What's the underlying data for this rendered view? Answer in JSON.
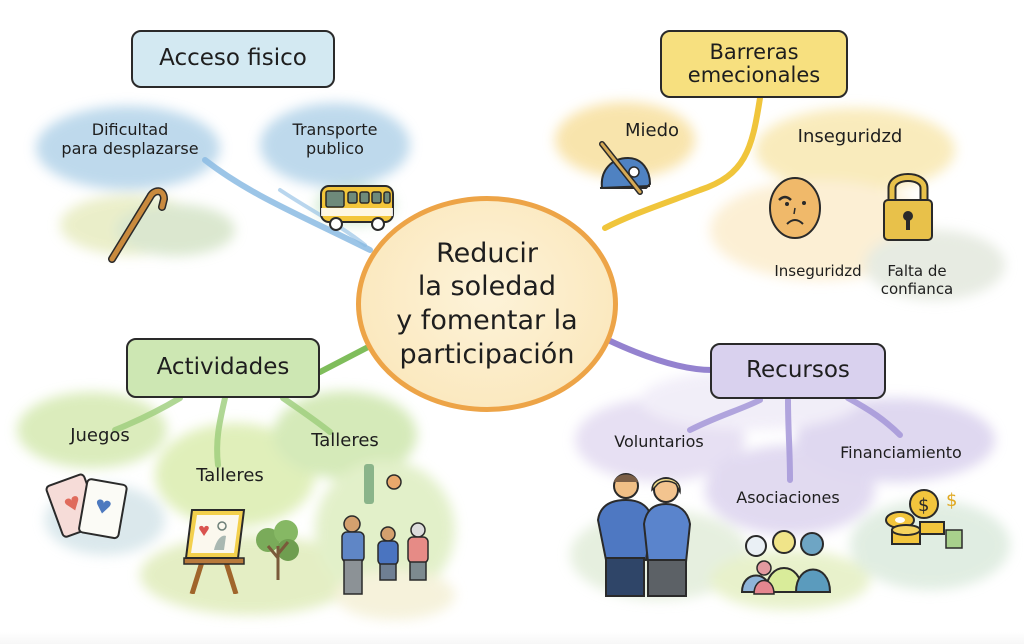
{
  "diagram": {
    "type": "mind-map",
    "center": {
      "lines": [
        "Reducir",
        "la soledad",
        "y fomentar la",
        "participación"
      ],
      "border_color": "#eda447",
      "fill_color": "#fbe9c0"
    },
    "branches": [
      {
        "id": "acceso",
        "label": "Acceso fisico",
        "color": "#7fb3db",
        "fill": "#d3e9f2",
        "children": [
          {
            "label_lines": [
              "Dificultad",
              "para desplazarse"
            ],
            "icon": "cane-icon"
          },
          {
            "label_lines": [
              "Transporte",
              "publico"
            ],
            "icon": "bus-icon"
          }
        ]
      },
      {
        "id": "barreras",
        "label_lines": [
          "Barreras",
          "emecionales"
        ],
        "color": "#eec33f",
        "fill": "#f7e07f",
        "children": [
          {
            "label": "Miedo",
            "icon": "crossed-out-helmet-icon"
          },
          {
            "label": "Inseguridzd",
            "sub_items": [
              {
                "label": "Inseguridzd",
                "icon": "worried-face-icon"
              },
              {
                "label_lines": [
                  "Falta de",
                  "confianca"
                ],
                "icon": "padlock-icon"
              }
            ]
          }
        ]
      },
      {
        "id": "actividades",
        "label": "Actividades",
        "color": "#8cc56b",
        "fill": "#cde7b3",
        "children": [
          {
            "label": "Juegos",
            "icon": "playing-cards-icon"
          },
          {
            "label": "Talleres",
            "icon": "easel-painting-icon"
          },
          {
            "label": "Talleres",
            "icon": "people-group-icon"
          }
        ]
      },
      {
        "id": "recursos",
        "label": "Recursos",
        "color": "#9b8bd1",
        "fill": "#d9d1ee",
        "children": [
          {
            "label": "Voluntarios",
            "icon": "volunteers-icon"
          },
          {
            "label": "Asociaciones",
            "icon": "community-group-icon"
          },
          {
            "label": "Financiamiento",
            "icon": "coins-money-icon"
          }
        ]
      }
    ]
  }
}
